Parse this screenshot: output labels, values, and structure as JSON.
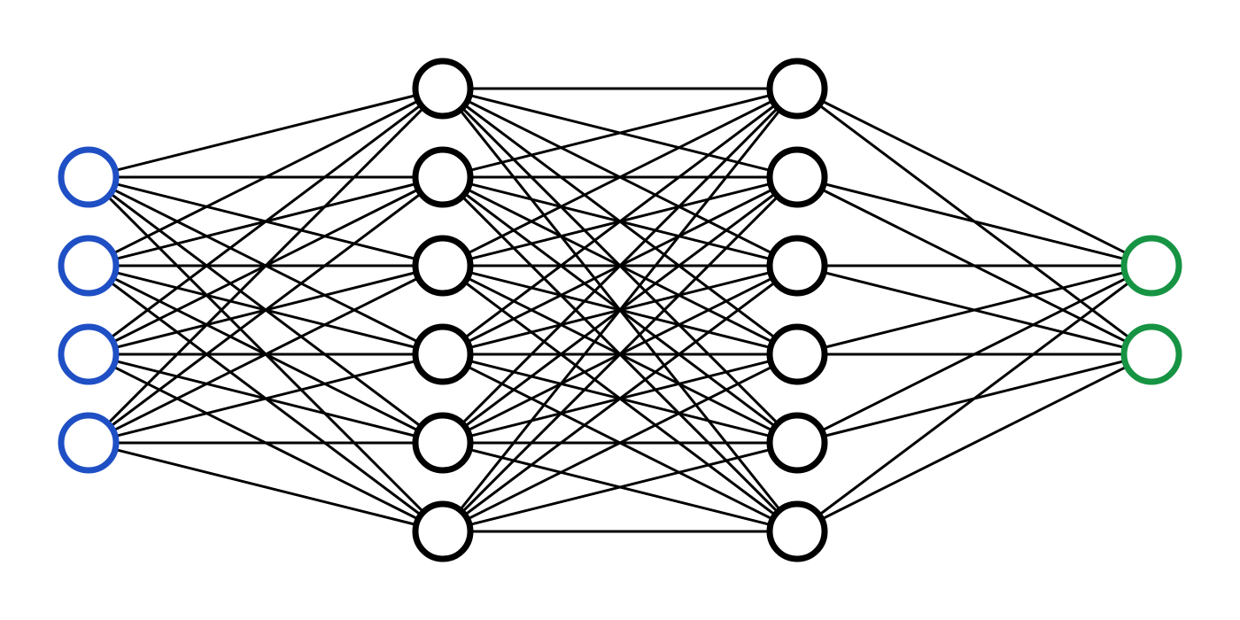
{
  "diagram": {
    "type": "feedforward-neural-network",
    "fully_connected": true,
    "background": "#ffffff",
    "edge_color": "#000000",
    "layers": [
      {
        "name": "input-layer",
        "node_count": 4,
        "color": "#1f4fc4"
      },
      {
        "name": "hidden-layer-1",
        "node_count": 6,
        "color": "#000000"
      },
      {
        "name": "hidden-layer-2",
        "node_count": 6,
        "color": "#000000"
      },
      {
        "name": "output-layer",
        "node_count": 2,
        "color": "#169443"
      }
    ]
  }
}
